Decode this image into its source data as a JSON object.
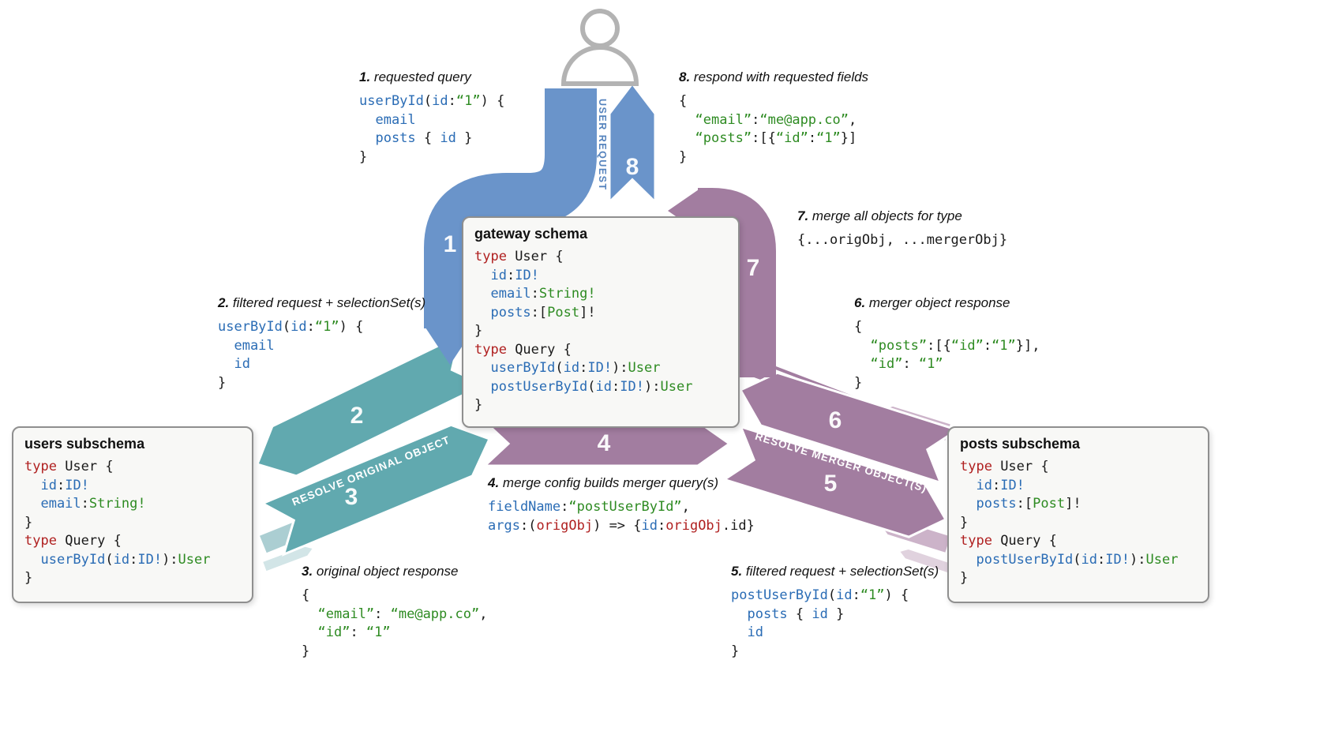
{
  "labels": {
    "user_request": "USER REQUEST",
    "resolve_original": "RESOLVE ORIGINAL OBJECT",
    "resolve_merger": "RESOLVE MERGER OBJECT(S)"
  },
  "arrows": {
    "n1": "1",
    "n2": "2",
    "n3": "3",
    "n4": "4",
    "n5": "5",
    "n6": "6",
    "n7": "7",
    "n8": "8"
  },
  "colors": {
    "blue": "#6a94ca",
    "teal": "#61a9af",
    "purple": "#a27da0",
    "teal_pale": "#abced2",
    "teal_pale2": "#d2e5e7",
    "purple_pale": "#ccb3c9",
    "purple_pale2": "#e0d2de",
    "person_gray": "#b3b3b3"
  },
  "boxes": {
    "gateway": {
      "title": "gateway schema",
      "code": [
        [
          [
            "r",
            "type "
          ],
          [
            "k",
            "User {"
          ]
        ],
        [
          [
            "b",
            "  id"
          ],
          [
            "k",
            ":"
          ],
          [
            "b",
            "ID!"
          ]
        ],
        [
          [
            "b",
            "  email"
          ],
          [
            "k",
            ":"
          ],
          [
            "g",
            "String!"
          ]
        ],
        [
          [
            "b",
            "  posts"
          ],
          [
            "k",
            ":["
          ],
          [
            "g",
            "Post"
          ],
          [
            "k",
            "]!"
          ]
        ],
        [
          [
            "k",
            "}"
          ]
        ],
        [
          [
            "r",
            "type "
          ],
          [
            "k",
            "Query {"
          ]
        ],
        [
          [
            "b",
            "  userById"
          ],
          [
            "k",
            "("
          ],
          [
            "b",
            "id"
          ],
          [
            "k",
            ":"
          ],
          [
            "b",
            "ID!"
          ],
          [
            "k",
            "):"
          ],
          [
            "g",
            "User"
          ]
        ],
        [
          [
            "b",
            "  postUserById"
          ],
          [
            "k",
            "("
          ],
          [
            "b",
            "id"
          ],
          [
            "k",
            ":"
          ],
          [
            "b",
            "ID!"
          ],
          [
            "k",
            "):"
          ],
          [
            "g",
            "User"
          ]
        ],
        [
          [
            "k",
            "}"
          ]
        ]
      ]
    },
    "users": {
      "title": "users subschema",
      "code": [
        [
          [
            "r",
            "type "
          ],
          [
            "k",
            "User {"
          ]
        ],
        [
          [
            "b",
            "  id"
          ],
          [
            "k",
            ":"
          ],
          [
            "b",
            "ID!"
          ]
        ],
        [
          [
            "b",
            "  email"
          ],
          [
            "k",
            ":"
          ],
          [
            "g",
            "String!"
          ]
        ],
        [
          [
            "k",
            "}"
          ]
        ],
        [
          [
            "r",
            "type "
          ],
          [
            "k",
            "Query {"
          ]
        ],
        [
          [
            "b",
            "  userById"
          ],
          [
            "k",
            "("
          ],
          [
            "b",
            "id"
          ],
          [
            "k",
            ":"
          ],
          [
            "b",
            "ID!"
          ],
          [
            "k",
            "):"
          ],
          [
            "g",
            "User"
          ]
        ],
        [
          [
            "k",
            "}"
          ]
        ]
      ]
    },
    "posts": {
      "title": "posts subschema",
      "code": [
        [
          [
            "r",
            "type "
          ],
          [
            "k",
            "User {"
          ]
        ],
        [
          [
            "b",
            "  id"
          ],
          [
            "k",
            ":"
          ],
          [
            "b",
            "ID!"
          ]
        ],
        [
          [
            "b",
            "  posts"
          ],
          [
            "k",
            ":["
          ],
          [
            "g",
            "Post"
          ],
          [
            "k",
            "]!"
          ]
        ],
        [
          [
            "k",
            "}"
          ]
        ],
        [
          [
            "r",
            "type "
          ],
          [
            "k",
            "Query {"
          ]
        ],
        [
          [
            "b",
            "  postUserById"
          ],
          [
            "k",
            "("
          ],
          [
            "b",
            "id"
          ],
          [
            "k",
            ":"
          ],
          [
            "b",
            "ID!"
          ],
          [
            "k",
            "):"
          ],
          [
            "g",
            "User"
          ]
        ],
        [
          [
            "k",
            "}"
          ]
        ]
      ]
    }
  },
  "steps": {
    "s1": {
      "num": "1.",
      "label": "requested query",
      "code": [
        [
          [
            "b",
            "userById"
          ],
          [
            "k",
            "("
          ],
          [
            "b",
            "id"
          ],
          [
            "k",
            ":"
          ],
          [
            "g",
            "“1”"
          ],
          [
            "k",
            ") {"
          ]
        ],
        [
          [
            "b",
            "  email"
          ]
        ],
        [
          [
            "b",
            "  posts"
          ],
          [
            "k",
            " { "
          ],
          [
            "b",
            "id"
          ],
          [
            "k",
            " }"
          ]
        ],
        [
          [
            "k",
            "}"
          ]
        ]
      ]
    },
    "s2": {
      "num": "2.",
      "label": "filtered request + selectionSet(s)",
      "code": [
        [
          [
            "b",
            "userById"
          ],
          [
            "k",
            "("
          ],
          [
            "b",
            "id"
          ],
          [
            "k",
            ":"
          ],
          [
            "g",
            "“1”"
          ],
          [
            "k",
            ") {"
          ]
        ],
        [
          [
            "b",
            "  email"
          ]
        ],
        [
          [
            "b",
            "  id"
          ]
        ],
        [
          [
            "k",
            "}"
          ]
        ]
      ]
    },
    "s3": {
      "num": "3.",
      "label": "original object response",
      "code": [
        [
          [
            "k",
            "{"
          ]
        ],
        [
          [
            "k",
            "  "
          ],
          [
            "g",
            "“email”"
          ],
          [
            "k",
            ": "
          ],
          [
            "g",
            "“me@app.co”"
          ],
          [
            "k",
            ","
          ]
        ],
        [
          [
            "k",
            "  "
          ],
          [
            "g",
            "“id”"
          ],
          [
            "k",
            ": "
          ],
          [
            "g",
            "“1”"
          ]
        ],
        [
          [
            "k",
            "}"
          ]
        ]
      ]
    },
    "s4": {
      "num": "4.",
      "label": "merge config builds merger query(s)",
      "code": [
        [
          [
            "b",
            "fieldName"
          ],
          [
            "k",
            ":"
          ],
          [
            "g",
            "“postUserById”"
          ],
          [
            "k",
            ","
          ]
        ],
        [
          [
            "b",
            "args"
          ],
          [
            "k",
            ":("
          ],
          [
            "r",
            "origObj"
          ],
          [
            "k",
            ") => {"
          ],
          [
            "b",
            "id"
          ],
          [
            "k",
            ":"
          ],
          [
            "r",
            "origObj"
          ],
          [
            "k",
            ".id}"
          ]
        ]
      ]
    },
    "s5": {
      "num": "5.",
      "label": "filtered request + selectionSet(s)",
      "code": [
        [
          [
            "b",
            "postUserById"
          ],
          [
            "k",
            "("
          ],
          [
            "b",
            "id"
          ],
          [
            "k",
            ":"
          ],
          [
            "g",
            "“1”"
          ],
          [
            "k",
            ") {"
          ]
        ],
        [
          [
            "b",
            "  posts"
          ],
          [
            "k",
            " { "
          ],
          [
            "b",
            "id"
          ],
          [
            "k",
            " }"
          ]
        ],
        [
          [
            "b",
            "  id"
          ]
        ],
        [
          [
            "k",
            "}"
          ]
        ]
      ]
    },
    "s6": {
      "num": "6.",
      "label": "merger object response",
      "code": [
        [
          [
            "k",
            "{"
          ]
        ],
        [
          [
            "k",
            "  "
          ],
          [
            "g",
            "“posts”"
          ],
          [
            "k",
            ":[{"
          ],
          [
            "g",
            "“id”"
          ],
          [
            "k",
            ":"
          ],
          [
            "g",
            "“1”"
          ],
          [
            "k",
            "}],"
          ]
        ],
        [
          [
            "k",
            "  "
          ],
          [
            "g",
            "“id”"
          ],
          [
            "k",
            ": "
          ],
          [
            "g",
            "“1”"
          ]
        ],
        [
          [
            "k",
            "}"
          ]
        ]
      ]
    },
    "s7": {
      "num": "7.",
      "label": "merge all objects for type",
      "code": [
        [
          [
            "k",
            "{...origObj, ...mergerObj}"
          ]
        ]
      ]
    },
    "s8": {
      "num": "8.",
      "label": "respond with requested fields",
      "code": [
        [
          [
            "k",
            "{"
          ]
        ],
        [
          [
            "k",
            "  "
          ],
          [
            "g",
            "“email”"
          ],
          [
            "k",
            ":"
          ],
          [
            "g",
            "“me@app.co”"
          ],
          [
            "k",
            ","
          ]
        ],
        [
          [
            "k",
            "  "
          ],
          [
            "g",
            "“posts”"
          ],
          [
            "k",
            ":[{"
          ],
          [
            "g",
            "“id”"
          ],
          [
            "k",
            ":"
          ],
          [
            "g",
            "“1”"
          ],
          [
            "k",
            "}]"
          ]
        ],
        [
          [
            "k",
            "}"
          ]
        ]
      ]
    }
  }
}
